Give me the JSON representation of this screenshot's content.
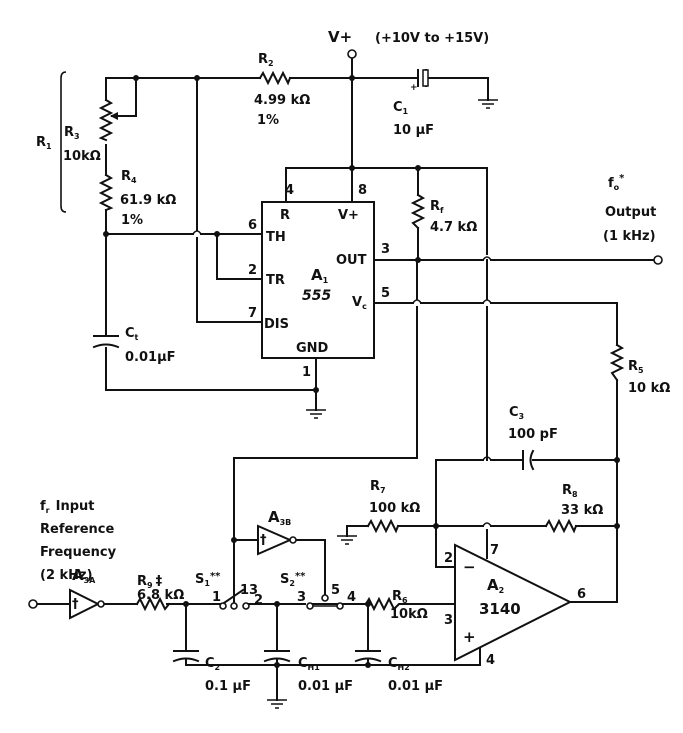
{
  "supply": {
    "label": "V+",
    "range": "(+10V to +15V)"
  },
  "components": {
    "R1": {
      "ref": "R",
      "sub": "1"
    },
    "R2": {
      "ref": "R",
      "sub": "2",
      "value": "4.99 kΩ",
      "tolerance": "1%"
    },
    "R3": {
      "ref": "R",
      "sub": "3",
      "value": "10kΩ"
    },
    "R4": {
      "ref": "R",
      "sub": "4",
      "value": "61.9 kΩ",
      "tolerance": "1%"
    },
    "C1_bypass": {
      "ref": "C",
      "sub": "1",
      "value": "10 μF"
    },
    "C1_timing": {
      "ref": "C",
      "sub": "t",
      "value": "0.01μF"
    },
    "Rf": {
      "ref": "R",
      "sub": "f",
      "value": "4.7 kΩ"
    },
    "R5": {
      "ref": "R",
      "sub": "5",
      "value": "10 kΩ"
    },
    "C3": {
      "ref": "C",
      "sub": "3",
      "value": "100 pF"
    },
    "R7": {
      "ref": "R",
      "sub": "7",
      "value": "100 kΩ"
    },
    "R8": {
      "ref": "R",
      "sub": "8",
      "value": "33 kΩ"
    },
    "R6": {
      "ref": "R",
      "sub": "6",
      "value": "10kΩ"
    },
    "R9": {
      "ref": "R",
      "sub": "9",
      "mark": "‡",
      "value": "6.8 kΩ"
    },
    "C2": {
      "ref": "C",
      "sub": "2",
      "value": "0.1 μF"
    },
    "CH1": {
      "ref": "C",
      "sub": "H1",
      "value": "0.01 μF"
    },
    "CH2": {
      "ref": "C",
      "sub": "H2",
      "value": "0.01 μF"
    },
    "S1": {
      "ref": "S",
      "sub": "1",
      "mark": "**"
    },
    "S2": {
      "ref": "S",
      "sub": "2",
      "mark": "**"
    }
  },
  "ic555": {
    "ref": "A",
    "sub": "1",
    "part": "555",
    "pins": {
      "R": "R",
      "Vplus": "V+",
      "TH": "TH",
      "TR": "TR",
      "DIS": "DIS",
      "OUT": "OUT",
      "Vc": "V",
      "Vc_sub": "c",
      "GND": "GND"
    },
    "pin_numbers": {
      "p4": "4",
      "p8": "8",
      "p6": "6",
      "p2": "2",
      "p7": "7",
      "p3": "3",
      "p5": "5",
      "p1": "1"
    }
  },
  "opamp3140": {
    "ref": "A",
    "sub": "2",
    "part": "3140",
    "minus": "−",
    "plus": "+",
    "pin_numbers": {
      "p2": "2",
      "p7": "7",
      "p3": "3",
      "p6": "6",
      "p4": "4"
    }
  },
  "buffers": {
    "A3A": {
      "ref": "A",
      "sub": "3A",
      "glyph": "†"
    },
    "A3B": {
      "ref": "A",
      "sub": "3B",
      "glyph": "†"
    }
  },
  "switch_pins": {
    "p1": "1",
    "p13": "13",
    "p2": "2",
    "p3": "3",
    "p5": "5",
    "p4": "4"
  },
  "output": {
    "symbol": "f",
    "sub": "o",
    "mark": "*",
    "line1": "Output",
    "line2": "(1 kHz)"
  },
  "input": {
    "symbol": "f",
    "sub": "r",
    "line1": "Input",
    "line2": "Reference",
    "line3": "Frequency",
    "line4": "(2 kHz)"
  }
}
